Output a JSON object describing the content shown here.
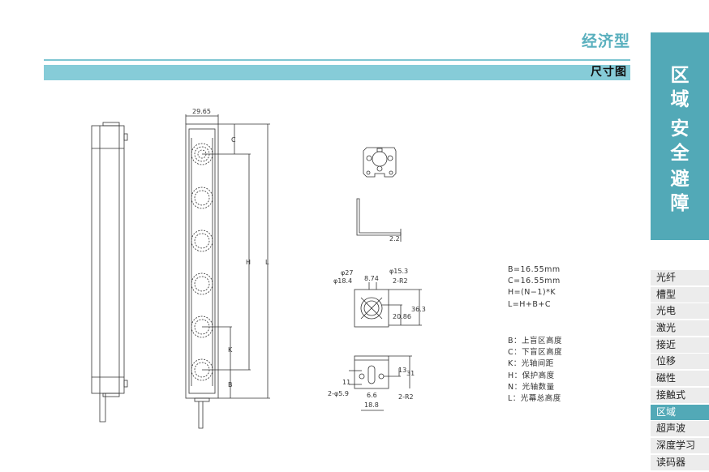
{
  "header": {
    "title": "经济型",
    "section": "尺寸图"
  },
  "sidebar": {
    "category_chars": [
      "区",
      "域",
      "安",
      "全",
      "避",
      "障"
    ]
  },
  "nav": {
    "items": [
      "光纤",
      "槽型",
      "光电",
      "激光",
      "接近",
      "位移",
      "磁性",
      "接触式",
      "区域",
      "超声波",
      "深度学习",
      "读码器"
    ],
    "active_index": 8
  },
  "drawing": {
    "width_dim": "29.65",
    "labels": {
      "c": "C",
      "h": "H",
      "l": "L",
      "k": "K",
      "b": "B"
    },
    "bracket_dim": "2.2",
    "top_view": {
      "d27": "φ27",
      "d18": "φ18.4",
      "w874": "8.74",
      "d153": "φ15.3",
      "r2": "2-R2",
      "h363": "36.3",
      "h2086": "20.86"
    },
    "bottom_view": {
      "h11": "11",
      "hole": "2-φ5.9",
      "w66": "6.6",
      "w188": "18.8",
      "r2": "2-R2",
      "h13": "13",
      "h31": "31"
    }
  },
  "formulas": [
    "B=16.55mm",
    "C=16.55mm",
    "H=(N−1)*K",
    "L=H+B+C"
  ],
  "legend": [
    "B：上盲区高度",
    "C：下盲区高度",
    "K：光轴间距",
    "H：保护高度",
    "N：光轴数量",
    "L：光幕总高度"
  ],
  "colors": {
    "accent": "#52a9b7",
    "bar": "#86ccd8",
    "title": "#5ab0be"
  }
}
